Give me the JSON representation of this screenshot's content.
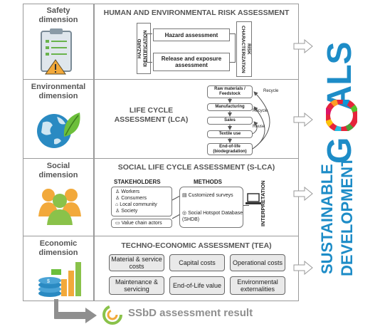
{
  "dimensions": {
    "safety": "Safety\ndimension",
    "environmental": "Environmental\ndimension",
    "social": "Social\ndimension",
    "economic": "Economic\ndimension"
  },
  "safety": {
    "title": "HUMAN AND ENVIRONMENTAL RISK ASSESSMENT",
    "hazard_identification": "HAZARD IDENTIFICATION",
    "hazard_assessment": "Hazard assessment",
    "release_exposure": "Release and exposure assessment",
    "risk_characterization": "RISK CHARACTERIZATION"
  },
  "lca": {
    "title": "LIFE CYCLE\nASSESSMENT (LCA)",
    "steps": [
      "Raw materials / Feedstock",
      "Manufacturing",
      "Sales",
      "Textile use",
      "End-of-life (biodegradation)"
    ],
    "recycle1": "Recycle",
    "recycle2": "Recycle",
    "reuse": "Reuse"
  },
  "slca": {
    "title": "SOCIAL LIFE CYCLE ASSESSMENT (S-LCA)",
    "stakeholders_title": "STAKEHOLDERS",
    "stakeholders": [
      "Workers",
      "Consumers",
      "Local community",
      "Society"
    ],
    "value_chain": "Value chain actors",
    "methods_title": "METHODS",
    "method1": "Customized surveys",
    "method2": "Social Hotspot Database (SHDB)",
    "interpretation": "INTERPRETATION"
  },
  "tea": {
    "title": "TECHNO-ECONOMIC ASSESSMENT (TEA)",
    "items": [
      "Material & service costs",
      "Capital costs",
      "Operational costs",
      "Maintenance & servicing",
      "End-of-Life value",
      "Environmental externalities"
    ]
  },
  "sdg": {
    "line1": "SUSTAINABLE",
    "line2": "DEVELOPMENT",
    "goals": "G   ALS"
  },
  "result": "SSbD assessment result",
  "colors": {
    "sdg_blue": "#1d8cc7",
    "frame_gray": "#9a9a9a",
    "box_gray": "#e9e9e9"
  }
}
